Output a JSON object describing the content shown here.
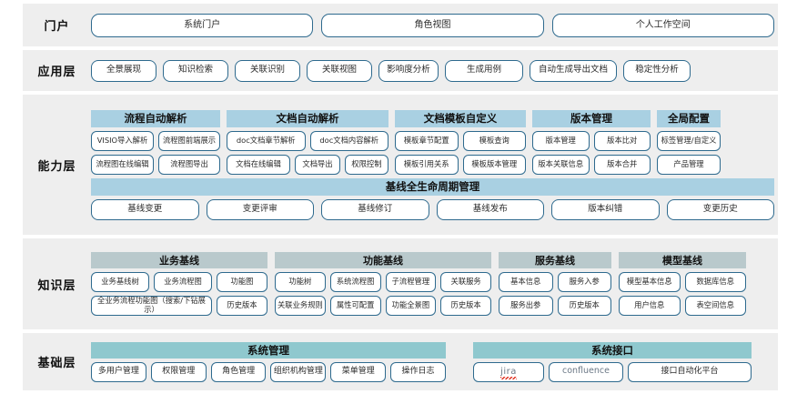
{
  "layers": [
    {
      "name": "portal",
      "label": "门户",
      "items": [
        "系统门户",
        "角色视图",
        "个人工作空间"
      ]
    },
    {
      "name": "application",
      "label": "应用层",
      "items": [
        "全景展现",
        "知识检索",
        "关联识别",
        "关联视图",
        "影响度分析",
        "生成用例",
        "自动生成导出文档",
        "稳定性分析"
      ]
    },
    {
      "name": "capability",
      "label": "能力层",
      "groups": [
        {
          "title": "流程自动解析",
          "rows": [
            [
              "VISIO导入解析",
              "流程图前端展示"
            ],
            [
              "流程图在线编辑",
              "流程图导出"
            ]
          ]
        },
        {
          "title": "文档自动解析",
          "rows": [
            [
              "doc文档章节解析",
              "doc文档内容解析"
            ],
            [
              "文档在线编辑",
              "文档导出",
              "权限控制"
            ]
          ]
        },
        {
          "title": "文档模板自定义",
          "rows": [
            [
              "模板章节配置",
              "模板查询"
            ],
            [
              "模板引用关系",
              "模板版本管理"
            ]
          ]
        },
        {
          "title": "版本管理",
          "rows": [
            [
              "版本管理",
              "版本比对"
            ],
            [
              "版本关联信息",
              "版本合并"
            ]
          ]
        },
        {
          "title": "全局配置",
          "rows": [
            [
              "标签管理/自定义"
            ],
            [
              "产品管理"
            ]
          ]
        }
      ],
      "baseline": {
        "title": "基线全生命周期管理",
        "items": [
          "基线变更",
          "变更评审",
          "基线修订",
          "基线发布",
          "版本纠错",
          "变更历史"
        ]
      }
    },
    {
      "name": "knowledge",
      "label": "知识层",
      "groups": [
        {
          "title": "业务基线",
          "rows": [
            [
              "业务基线树",
              "业务流程图",
              "功能图"
            ],
            [
              "全业务流程功能图（搜索/下钻展示）",
              "历史版本"
            ]
          ]
        },
        {
          "title": "功能基线",
          "rows": [
            [
              "功能树",
              "系统流程图",
              "子流程管理",
              "关联服务"
            ],
            [
              "关联业务规则",
              "属性可配置",
              "功能全景图",
              "历史版本"
            ]
          ]
        },
        {
          "title": "服务基线",
          "rows": [
            [
              "基本信息",
              "服务入参"
            ],
            [
              "服务出参",
              "历史版本"
            ]
          ]
        },
        {
          "title": "模型基线",
          "rows": [
            [
              "模型基本信息",
              "数据库信息"
            ],
            [
              "用户信息",
              "表空间信息"
            ]
          ]
        }
      ]
    },
    {
      "name": "foundation",
      "label": "基础层",
      "groups": [
        {
          "title": "系统管理",
          "rows": [
            [
              "多用户管理",
              "权限管理",
              "角色管理",
              "组织机构管理",
              "菜单管理",
              "操作日志"
            ]
          ]
        },
        {
          "title": "系统接口",
          "rows": [
            [
              "jira",
              "confluence",
              "接口自动化平台"
            ]
          ]
        }
      ]
    }
  ],
  "colors": {
    "band_bg": "#eeeeee",
    "pill_border": "#2e6a8e",
    "cap_header": "#a9d0e2",
    "knowledge_header": "#b9c9cc",
    "foundation_header": "#8fc8ce",
    "page_bg": "#ffffff"
  }
}
